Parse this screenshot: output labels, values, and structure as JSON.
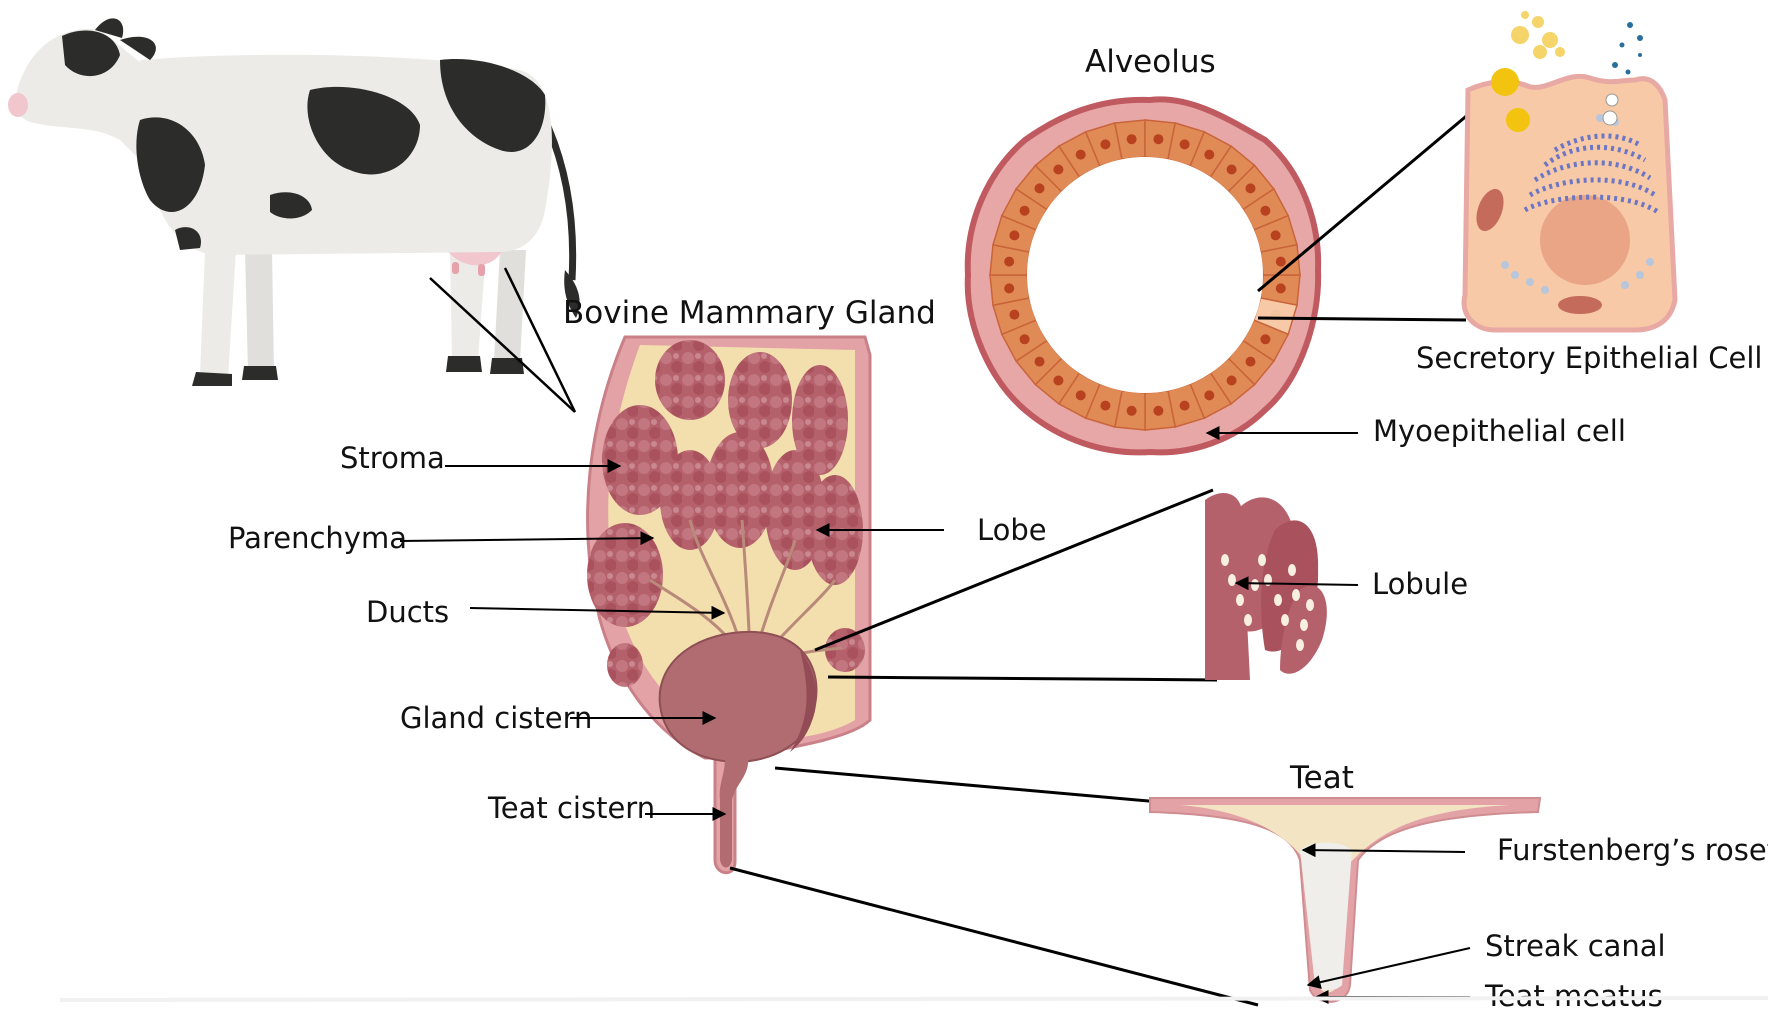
{
  "titles": {
    "mammary_gland": "Bovine Mammary Gland",
    "alveolus": "Alveolus",
    "teat": "Teat"
  },
  "labels": {
    "stroma": "Stroma",
    "parenchyma": "Parenchyma",
    "ducts": "Ducts",
    "gland_cistern": "Gland cistern",
    "teat_cistern": "Teat cistern",
    "lobe": "Lobe",
    "lobule": "Lobule",
    "myoepithelial_cell": "Myoepithelial cell",
    "secretory_epithelial_cell": "Secretory Epithelial Cell",
    "furstenbergs_rosette": "Furstenberg’s rosette",
    "streak_canal": "Streak canal",
    "teat_meatus": "Teat meatus"
  },
  "colors": {
    "tissue_pink": "#e3a3a6",
    "lobe_mauve": "#b5616c",
    "stroma_yellow": "#f3dfae",
    "epithelial_orange": "#e08a55",
    "cell_peach": "#f7c9a6",
    "cow_black": "#2c2c2a"
  }
}
